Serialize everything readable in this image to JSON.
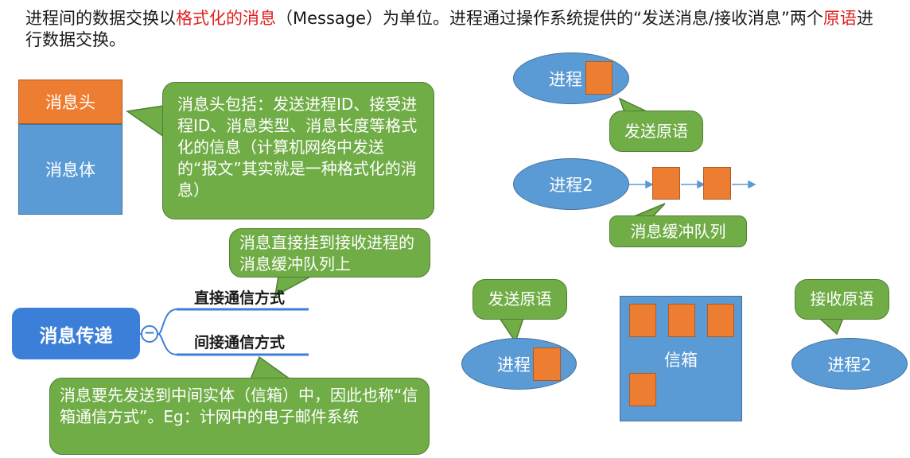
{
  "intro": {
    "part1": "进程间的数据交换以",
    "part2_red": "格式化的消息",
    "part3": "（Message）为单位。进程通过操作系统提供的“发送消息/接收消息”两个",
    "part4_red": "原语",
    "part5": "进行数据交换。"
  },
  "message_block": {
    "header_label": "消息头",
    "body_label": "消息体"
  },
  "callouts": {
    "header_desc": "消息头包括：发送进程ID、接受进程ID、消息类型、消息长度等格式化的信息（计算机网络中发送的“报文”其实就是一种格式化的消息）",
    "direct_desc": "消息直接挂到接收进程的消息缓冲队列上",
    "indirect_desc": "消息要先发送到中间实体（信箱）中，因此也称“信箱通信方式”。Eg：计网中的电子邮件系统"
  },
  "mindmap": {
    "topic": "消息传递",
    "collapse_symbol": "−",
    "branches": [
      "直接通信方式",
      "间接通信方式"
    ]
  },
  "direct_diagram": {
    "process_sender": "进程",
    "send_primitive": "发送原语",
    "process_receiver": "进程2",
    "queue_label": "消息缓冲队列"
  },
  "indirect_diagram": {
    "send_primitive": "发送原语",
    "process_sender": "进程",
    "mailbox": "信箱",
    "receive_primitive": "接收原语",
    "process_receiver": "进程2"
  },
  "colors": {
    "green": "#70ad47",
    "blue": "#5b9bd5",
    "orange": "#ed7d31",
    "topic_blue": "#3c7fd9",
    "highlight_red": "#e02020"
  }
}
